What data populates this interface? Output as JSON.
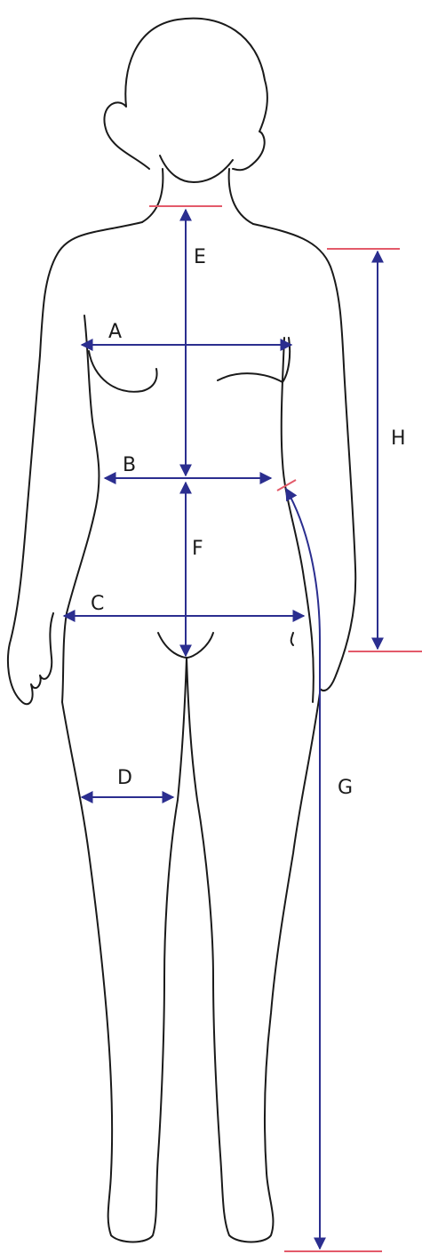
{
  "labels": {
    "A": "A",
    "B": "B",
    "C": "C",
    "D": "D",
    "E": "E",
    "F": "F",
    "G": "G",
    "H": "H"
  },
  "colors": {
    "measurement": "#2b2e8f",
    "reference_mark": "#e35a6a",
    "outline": "#1a1a1a"
  }
}
